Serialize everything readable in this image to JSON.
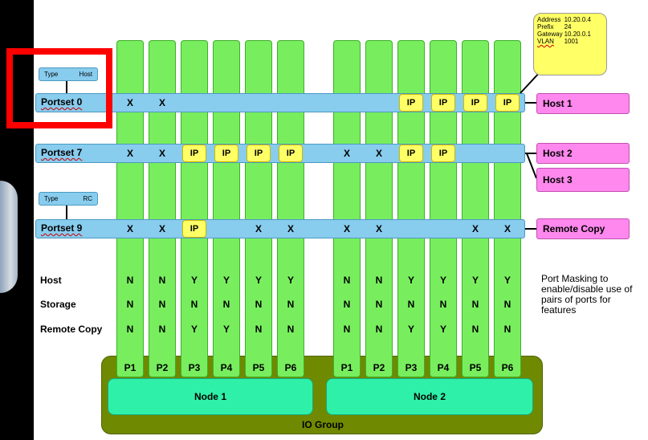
{
  "io_group": {
    "label": "IO Group"
  },
  "nodes": [
    {
      "label": "Node 1"
    },
    {
      "label": "Node 2"
    }
  ],
  "ports": {
    "node1": [
      "P1",
      "P2",
      "P3",
      "P4",
      "P5",
      "P6"
    ],
    "node2": [
      "P1",
      "P2",
      "P3",
      "P4",
      "P5",
      "P6"
    ]
  },
  "portsets": [
    {
      "title": "Portset 0",
      "cells": [
        "X",
        "X",
        "",
        "",
        "",
        "",
        "",
        "",
        "IP",
        "IP",
        "IP",
        "IP"
      ],
      "tag": {
        "type": "Type",
        "value": "Host"
      }
    },
    {
      "title": "Portset 7",
      "cells": [
        "X",
        "X",
        "IP",
        "IP",
        "IP",
        "IP",
        "X",
        "X",
        "IP",
        "IP",
        "",
        ""
      ]
    },
    {
      "title": "Portset 9",
      "cells": [
        "X",
        "X",
        "IP",
        "",
        "X",
        "X",
        "X",
        "X",
        "",
        "",
        "X",
        "X"
      ],
      "tag": {
        "type": "Type",
        "value": "RC"
      }
    }
  ],
  "targets": [
    "Host 1",
    "Host 2",
    "Host 3",
    "Remote Copy"
  ],
  "callout": {
    "rows": [
      {
        "key": "Address",
        "value": "10.20.0.4"
      },
      {
        "key": "Prefix",
        "value": "24"
      },
      {
        "key": "Gateway",
        "value": "10.20.0.1"
      },
      {
        "key": "VLAN",
        "value": "1001"
      }
    ]
  },
  "mask_rows": [
    {
      "label": "Host",
      "values": [
        "N",
        "N",
        "Y",
        "Y",
        "Y",
        "Y",
        "N",
        "N",
        "Y",
        "Y",
        "Y",
        "Y"
      ]
    },
    {
      "label": "Storage",
      "values": [
        "N",
        "N",
        "N",
        "N",
        "N",
        "N",
        "N",
        "N",
        "N",
        "N",
        "N",
        "N"
      ]
    },
    {
      "label": "Remote Copy",
      "values": [
        "N",
        "N",
        "Y",
        "Y",
        "N",
        "N",
        "N",
        "N",
        "Y",
        "Y",
        "N",
        "N"
      ]
    }
  ],
  "note": "Port Masking to enable/disable use of pairs of ports for features",
  "colors": {
    "port_column": "#78ee5e",
    "portset_bar": "#88ccee",
    "ip_badge": "#ffff66",
    "host_target": "#ff88ee",
    "node": "#2ff0a8",
    "io_group": "#6f8a00",
    "highlight_box": "#ff0000"
  }
}
